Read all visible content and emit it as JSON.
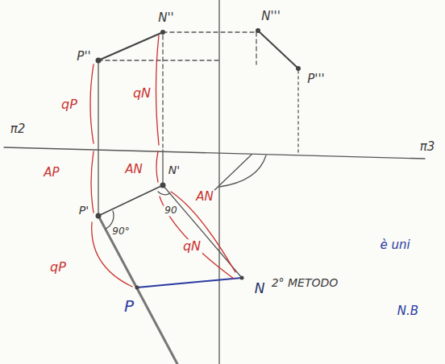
{
  "diagram": {
    "labels": [
      "P''",
      "N''",
      "N'''",
      "P'''",
      "qP",
      "qN",
      "π2",
      "π3",
      "AP",
      "AN",
      "N'",
      "AN",
      "90",
      "P'",
      "90°",
      "qP",
      "qN",
      "P",
      "N",
      "2° METODO",
      "è uni",
      "N.B"
    ]
  }
}
